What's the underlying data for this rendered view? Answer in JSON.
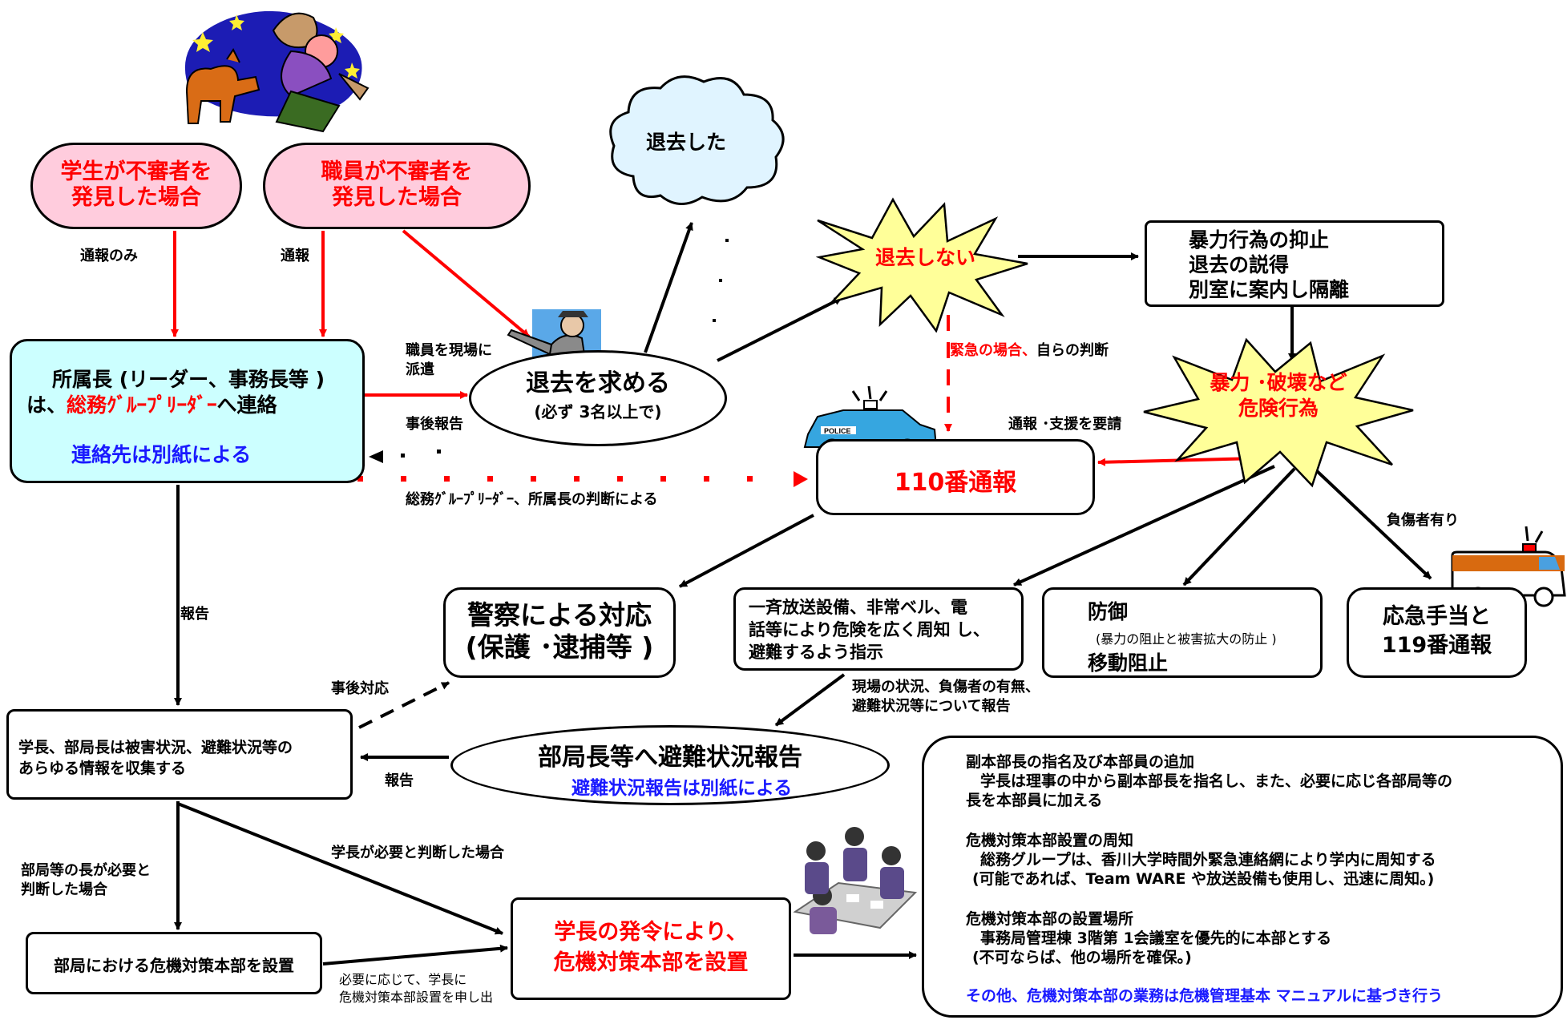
{
  "nodes": {
    "student_found": {
      "line1": "学生が不審者を",
      "line2": "発見した場合"
    },
    "staff_found": {
      "line1": "職員が不審者を",
      "line2": "発見した場合"
    },
    "leader": {
      "line1": "所属長 (リーダー、事務長等 )",
      "line2_prefix": "は、",
      "line2_red": "総務ｸﾞﾙｰﾌﾟﾘｰﾀﾞｰ",
      "line2_suffix": "へ連絡",
      "line3": "連絡先は別紙による"
    },
    "ask_leave": {
      "line1": "退去を求める",
      "line2": "(必ず 3名以上で)"
    },
    "left": {
      "text": "退去した"
    },
    "not_leave": {
      "text": "退去しない"
    },
    "restrain": {
      "line1": "暴力行為の抑止",
      "line2": "退去の説得",
      "line3": "別室に案内し隔離"
    },
    "violence": {
      "line1": "暴力 ･破壊など",
      "line2": "危険行為"
    },
    "call110": {
      "text": "110番通報"
    },
    "police": {
      "line1": "警察による対応",
      "line2": "(保護 ･逮捕等 )"
    },
    "broadcast": {
      "line1": "一斉放送設備、非常ベル、電",
      "line2": "話等により危険を広く周知 し、",
      "line3": "避難するよう指示"
    },
    "defense": {
      "line1": "防御",
      "line2": "(暴力の阻止と被害拡大の防止 )",
      "line3": "移動阻止"
    },
    "first_aid": {
      "line1": "応急手当と",
      "line2": "119番通報"
    },
    "collect": {
      "line1": "学長、部局長は被害状況、避難状況等の",
      "line2": "あらゆる情報を収集する"
    },
    "evac_report": {
      "line1": "部局長等へ避難状況報告",
      "line2": "避難状況報告は別紙による"
    },
    "dept_hq": {
      "text": "部局における危機対策本部を設置"
    },
    "univ_hq": {
      "line1": "学長の発令により、",
      "line2": "危機対策本部を設置"
    }
  },
  "labels": {
    "report_only": "通報のみ",
    "report": "通報",
    "dispatch1": "職員を現場に",
    "dispatch2": "派遣",
    "post_report": "事後報告",
    "judgment": "総務ｸﾞﾙｰﾌﾟﾘｰﾀﾞｰ、所属長の判断による",
    "emergency_red": "緊急の場合、",
    "emergency_black": "自らの判断",
    "request_support": "通報 ･支援を要請",
    "injured": "負傷者有り",
    "report_down": "報告",
    "post_response": "事後対応",
    "site_status1": "現場の状況、負傷者の有無、",
    "site_status2": "避難状況等について報告",
    "report_left": "報告",
    "dept_need1": "部局等の長が必要と",
    "dept_need2": "判断した場合",
    "president_need": "学長が必要と判断した場合",
    "request_pres1": "必要に応じて、学長に",
    "request_pres2": "危機対策本部設置を申し出"
  },
  "memo": {
    "s1_title": "副本部長の指名及び本部員の追加",
    "s1_l1": "学長は理事の中から副本部長を指名し、また、必要に応じ各部局等の",
    "s1_l2": "長を本部員に加える",
    "s2_title": "危機対策本部設置の周知",
    "s2_l1": "総務グループは、香川大学時間外緊急連絡網により学内に周知する",
    "s2_l2": "(可能であれば、Team WARE や放送設備も使用し、迅速に周知。)",
    "s3_title": "危機対策本部の設置場所",
    "s3_l1": "事務局管理棟 3階第 1会議室を優先的に本部とする",
    "s3_l2": "(不可ならば、他の場所を確保。)",
    "footer": "その他、危機対策本部の業務は危機管理基本 マニュアルに基づき行う"
  },
  "illustrations": {
    "top": "dog-chasing-thief-icon",
    "pointing": "pointing-officer-icon",
    "car": "police-car-icon",
    "ambulance": "ambulance-icon",
    "meeting": "meeting-icon"
  },
  "colors": {
    "pink": "#ffccdd",
    "cyan": "#ccffff",
    "yellow": "#ffff99",
    "cloud": "#e0f4ff",
    "red": "#ff0000",
    "blue": "#1a1aff"
  }
}
